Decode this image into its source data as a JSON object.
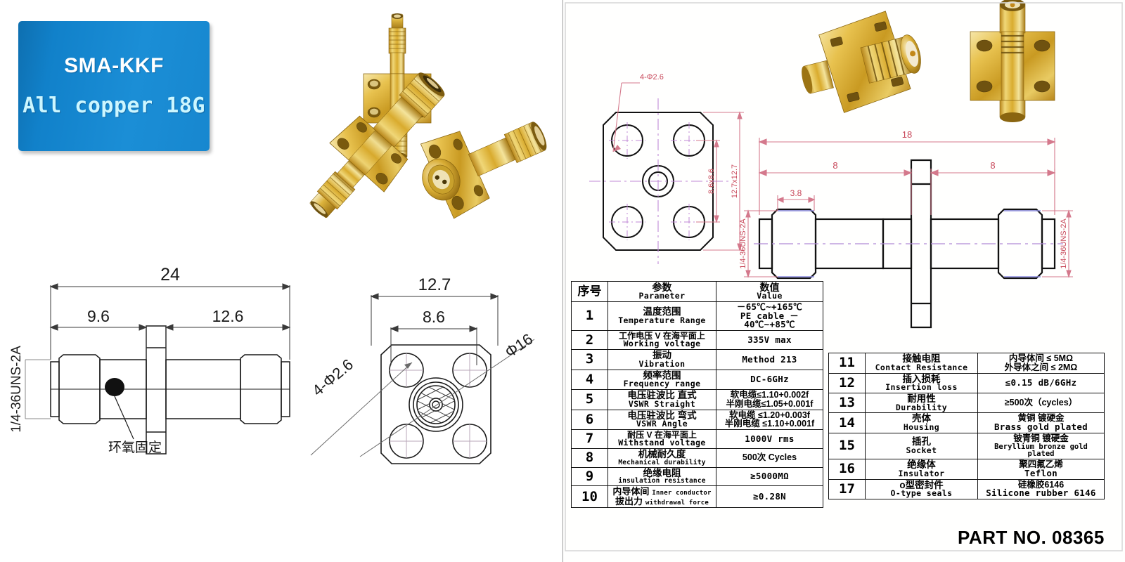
{
  "badge": {
    "line1": "SMA-KKF",
    "line2": "All copper 18G",
    "color": "#1181ca",
    "text_color": "#ffffff",
    "accent_text_color": "#ccf6ff"
  },
  "part_number": "PART NO. 08365",
  "left_drawing": {
    "title": "SMA-KKF side view",
    "dims": {
      "overall": "24",
      "left_segment": "9.6",
      "right_segment": "12.6",
      "thread": "1/4-36UNS-2A"
    },
    "callout": "环氧固定"
  },
  "flange_drawing": {
    "title": "SMA-KKF flange face view",
    "dims": {
      "outer": "12.7",
      "hole_pitch": "8.6",
      "holes": "4-Φ2.6",
      "diagonal": "Φ16"
    }
  },
  "cad_flange": {
    "holes": "4-Φ2.6",
    "pitch": "8.6x8.6",
    "outer": "12.7x12.7"
  },
  "cad_side": {
    "overall": "18",
    "left_half": "8",
    "right_half": "8",
    "thread_len": "3.8",
    "thread_left": "1/4-36UNS-2A",
    "thread_right": "1/4-36UNS-2A"
  },
  "table_left": {
    "headers": {
      "no_cn": "序号",
      "param_cn": "参数",
      "param_en": "Parameter",
      "value_cn": "数值",
      "value_en": "Value"
    },
    "rows": [
      {
        "no": "1",
        "cn": "温度范围",
        "en": "Temperature Range",
        "v1": "－65℃~+165℃",
        "v2": "PE cable －40℃~+85℃"
      },
      {
        "no": "2",
        "cn": "工作电压 V 在海平面上",
        "en": "Working voltage",
        "v1": "335V max",
        "v2": ""
      },
      {
        "no": "3",
        "cn": "振动",
        "en": "Vibration",
        "v1": "Method 213",
        "v2": ""
      },
      {
        "no": "4",
        "cn": "频率范围",
        "en": "Frequency range",
        "v1": "DC-6GHz",
        "v2": ""
      },
      {
        "no": "5",
        "cn": "电压驻波比 直式",
        "en": "VSWR Straight",
        "v1": "软电缆≤1.10+0.002f",
        "v2": "半刚电缆≤1.05+0.001f"
      },
      {
        "no": "6",
        "cn": "电压驻波比 弯式",
        "en": "VSWR Angle",
        "v1": "软电缆 ≤1.20+0.003f",
        "v2": "半刚电缆 ≤1.10+0.001f"
      },
      {
        "no": "7",
        "cn": "耐压 V 在海平面上",
        "en": "Withstand voltage",
        "v1": "1000V rms",
        "v2": ""
      },
      {
        "no": "8",
        "cn": "机械耐久度",
        "en": "Mechanical durability",
        "v1": "500次 Cycles",
        "v2": ""
      },
      {
        "no": "9",
        "cn": "绝缘电阻",
        "en": "insulation resistance",
        "v1": "≥5000MΩ",
        "v2": ""
      },
      {
        "no": "10",
        "cn": "内导体间",
        "en": "Inner conductor",
        "cn2": "拔出力",
        "en2": "withdrawal force",
        "v1": "≥0.28N",
        "v2": ""
      }
    ]
  },
  "table_right": {
    "rows": [
      {
        "no": "11",
        "cn": "接触电阻",
        "en": "Contact Resistance",
        "v1": "内导体间 ≤ 5MΩ",
        "v2": "外导体之间 ≤ 2MΩ"
      },
      {
        "no": "12",
        "cn": "插入损耗",
        "en": "Insertion loss",
        "v1": "≤0.15 dB/6GHz",
        "v2": ""
      },
      {
        "no": "13",
        "cn": "耐用性",
        "en": "Durability",
        "v1": "≥500次（cycles）",
        "v2": ""
      },
      {
        "no": "14",
        "cn": "壳体",
        "en": "Housing",
        "v1": "黄铜 镀硬金",
        "v2": "Brass gold plated"
      },
      {
        "no": "15",
        "cn": "插孔",
        "en": "Socket",
        "v1": "铍青铜 镀硬金",
        "v2": "Beryllium bronze gold plated"
      },
      {
        "no": "16",
        "cn": "绝缘体",
        "en": "Insulator",
        "v1": "聚四氟乙烯",
        "v2": "Teflon"
      },
      {
        "no": "17",
        "cn": "o型密封件",
        "en": "O-type seals",
        "v1": "硅橡胶6146",
        "v2": "Silicone rubber 6146"
      }
    ]
  },
  "photos": {
    "left_group_alt": "Three gold-plated SMA-KKF 4-hole flange adapters",
    "right_group_alt": "Two close-up gold-plated SMA-KKF flange adapters"
  }
}
